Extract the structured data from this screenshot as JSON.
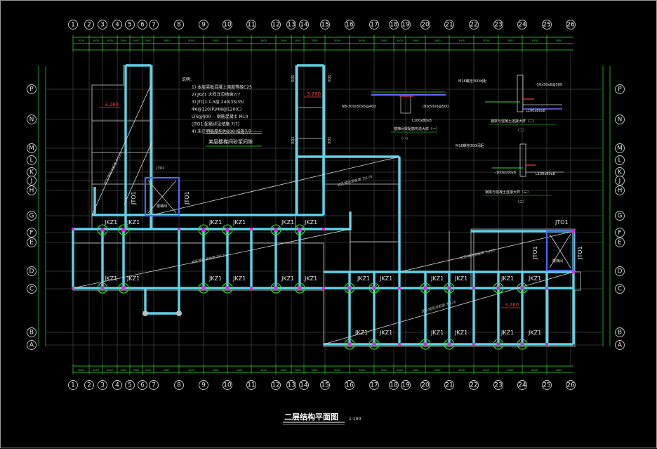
{
  "drawing": {
    "title": "二层结构平面图",
    "scale": "1:100",
    "columns": [
      "1",
      "2",
      "3",
      "4",
      "5",
      "6",
      "7",
      "8",
      "9",
      "10",
      "11",
      "12",
      "13",
      "14",
      "15",
      "16",
      "17",
      "18",
      "19",
      "20",
      "21",
      "22",
      "23",
      "24",
      "25",
      "26"
    ],
    "rows": [
      "P",
      "N",
      "M",
      "L",
      "K",
      "J",
      "H",
      "G",
      "F",
      "E",
      "D",
      "C",
      "B",
      "A"
    ],
    "beam_label": "JKZ1",
    "stair_label": "JTO1",
    "stair_room": "楼梯间",
    "elevation": "3.260",
    "diagonal_note": "此区域现浇板厚 为120",
    "notes_title": "说明:",
    "notes": [
      "1) 本层梁板混凝土强度等级C25",
      "2) JKZ1 大样详见结施7/7",
      "3) JTQ1:1-5层 240(3S/3S)",
      "   Φ6@120(P)/Φ8@120(C)",
      "   LT6@900 -- 钢筋混凝土 M10",
      "   (JTO1 配筋详见结施 7/7)",
      "4) 未注明板厚均为100 结施7/7"
    ],
    "notes_emphasis": "某层楼梯间砂浆间隙",
    "detail_one_caption": "楼梯间梁配筋构造大样（一）",
    "detail_one_tag": "（一）",
    "detail_one_labels": [
      "NB-300x50x6@400",
      "L100x80x8",
      "-30x50x6@500"
    ],
    "detail_two_caption": "钢梁与混凝土连接大样（二）",
    "detail_two_tag": "（二）",
    "detail_two_labels": [
      "M16螺栓300间距",
      "-50x50x6@500",
      "L100x80x8",
      "-100x100x8",
      "L100x80x8"
    ],
    "detail_three_caption": "钢梁与混凝土连接大样（三）",
    "detail_three_tag": "（三）",
    "xq_label": "XQ1"
  }
}
